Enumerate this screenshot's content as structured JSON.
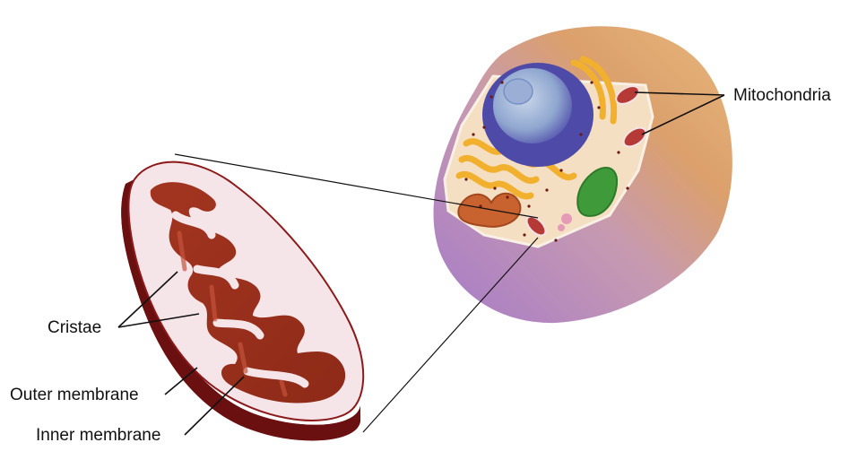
{
  "labels": {
    "mitochondria": "Mitochondria",
    "cristae": "Cristae",
    "outer_membrane": "Outer membrane",
    "inner_membrane": "Inner membrane"
  },
  "colors": {
    "membrane_dark": "#8c1a1a",
    "membrane_light": "#f6e6ea",
    "matrix": "#a3361f",
    "cell_body": "#d99b6b",
    "cell_violet": "#a67bc8",
    "nucleus": "#4d4aa8",
    "golgi": "#f2b02f",
    "chloroplast": "#3f9a3a",
    "leader_line": "#111111"
  }
}
